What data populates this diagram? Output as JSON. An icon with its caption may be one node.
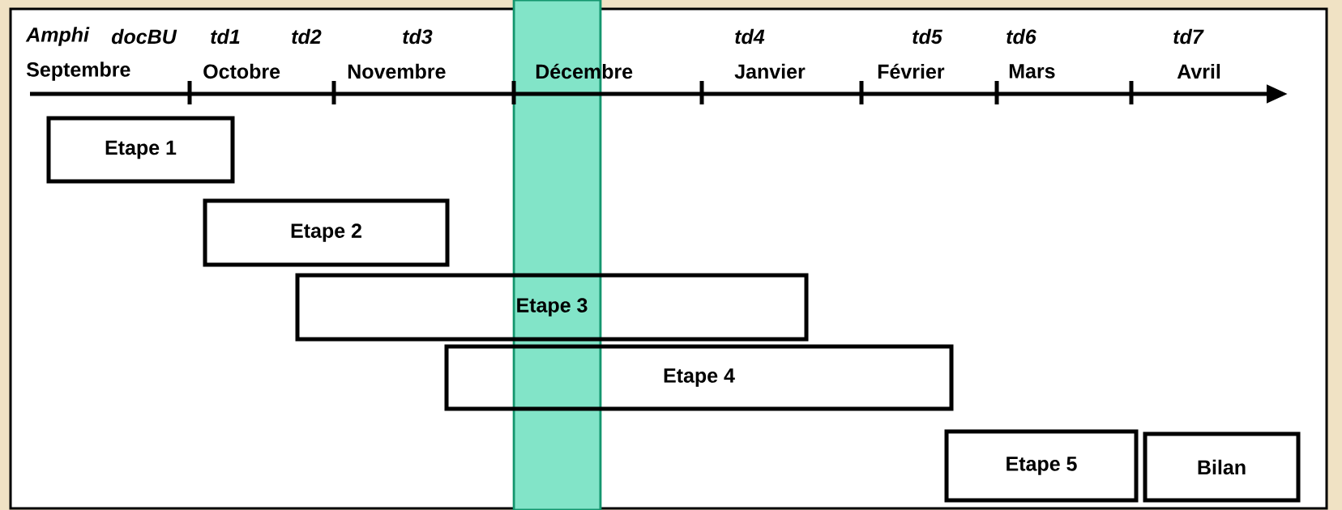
{
  "diagram": {
    "nodes": [
      {
        "text": [
          "Etape 1"
        ]
      },
      {
        "text": [
          "Etape 2"
        ]
      },
      {
        "text": [
          "Etape 3"
        ]
      },
      {
        "text": [
          "Etape 4"
        ]
      },
      {
        "text": [
          "Etape 5"
        ]
      },
      {
        "text": [
          "Bilan"
        ]
      }
    ],
    "labels": [
      "Amphi",
      "docBU",
      "td1",
      "td2",
      "td3",
      "td4",
      "td5",
      "td6",
      "td7",
      "Septembre",
      "Octobre",
      "Novembre",
      "Décembre",
      "Janvier",
      "Février",
      "Mars",
      "Avril"
    ]
  }
}
